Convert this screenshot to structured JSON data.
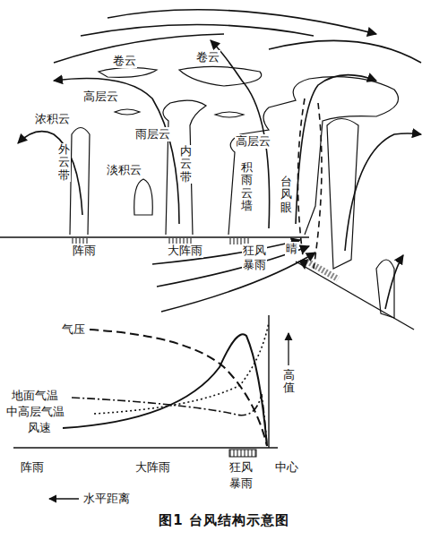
{
  "diagram": {
    "caption": "图1 台风结构示意图",
    "labels": [
      "卷云",
      "卷云",
      "高层云",
      "浓积云",
      "外云带",
      "淡积云",
      "雨层云",
      "内云带",
      "高层云",
      "积雨云墙",
      "台风眼",
      "阵雨",
      "大阵雨",
      "狂风",
      "暴雨",
      "晴",
      "气压",
      "高值",
      "地面气温",
      "中高层气温",
      "风速",
      "阵雨",
      "大阵雨",
      "狂风",
      "暴雨",
      "中心",
      "水平距离"
    ]
  }
}
